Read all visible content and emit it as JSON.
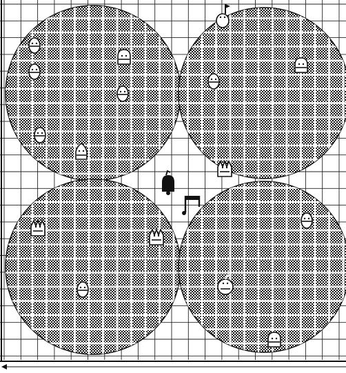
{
  "board": {
    "name": "grid-puzzle-board",
    "colors": {
      "ink": "#111111",
      "paper": "#ffffff",
      "grid_line": "#222222"
    },
    "circles": [
      {
        "name": "top-left-circle"
      },
      {
        "name": "top-right-circle"
      },
      {
        "name": "bottom-left-circle"
      },
      {
        "name": "bottom-right-circle"
      }
    ]
  },
  "pieces": [
    {
      "name": "note-piece",
      "icon": "musical-note-icon"
    },
    {
      "name": "bell-piece",
      "icon": "bell-icon"
    }
  ],
  "icon_groups": [
    {
      "name": "top-left-circle-icons",
      "icons": [
        "egg-face-icon",
        "egg-face-icon",
        "bell-face-icon",
        "egg-face-icon",
        "egg-face-icon",
        "flame-face-icon"
      ]
    },
    {
      "name": "top-right-circle-icons",
      "icons": [
        "flag-face-icon",
        "bell-face-icon",
        "egg-face-icon",
        "crown-face-icon"
      ]
    },
    {
      "name": "bottom-left-circle-icons",
      "icons": [
        "crown-face-icon",
        "crown-face-icon",
        "egg-face-icon"
      ]
    },
    {
      "name": "bottom-right-circle-icons",
      "icons": [
        "egg-face-icon",
        "apple-face-icon",
        "bell-face-icon"
      ]
    }
  ]
}
